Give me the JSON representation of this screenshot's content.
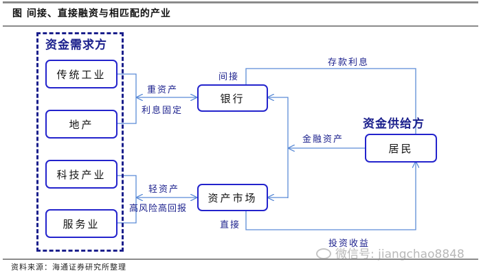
{
  "title": "图  间接、直接融资与相匹配的产业",
  "source": "资料来源：海通证券研究所整理",
  "watermark": "微信号: jiangchao8848",
  "colors": {
    "frame": "#1a1f8c",
    "node_border": "#2222cc",
    "connector": "#5b8bd6",
    "label": "#1a1f8c",
    "rule": "#8a8a8a"
  },
  "demand_side": {
    "title": "资金需求方",
    "nodes": [
      "传统工业",
      "地产",
      "科技产业",
      "服务业"
    ]
  },
  "supply_side": {
    "title": "资金供给方",
    "node": "居民"
  },
  "intermediaries": {
    "bank": "银行",
    "capital_market": "资产市场"
  },
  "edge_labels": {
    "heavy_assets": "重资产",
    "fixed_interest": "利息固定",
    "light_assets": "轻资产",
    "high_risk_high_return": "高风险高回报",
    "indirect": "间接",
    "direct": "直接",
    "deposit_interest": "存款利息",
    "financial_assets": "金融资产",
    "investment_return": "投资收益"
  }
}
